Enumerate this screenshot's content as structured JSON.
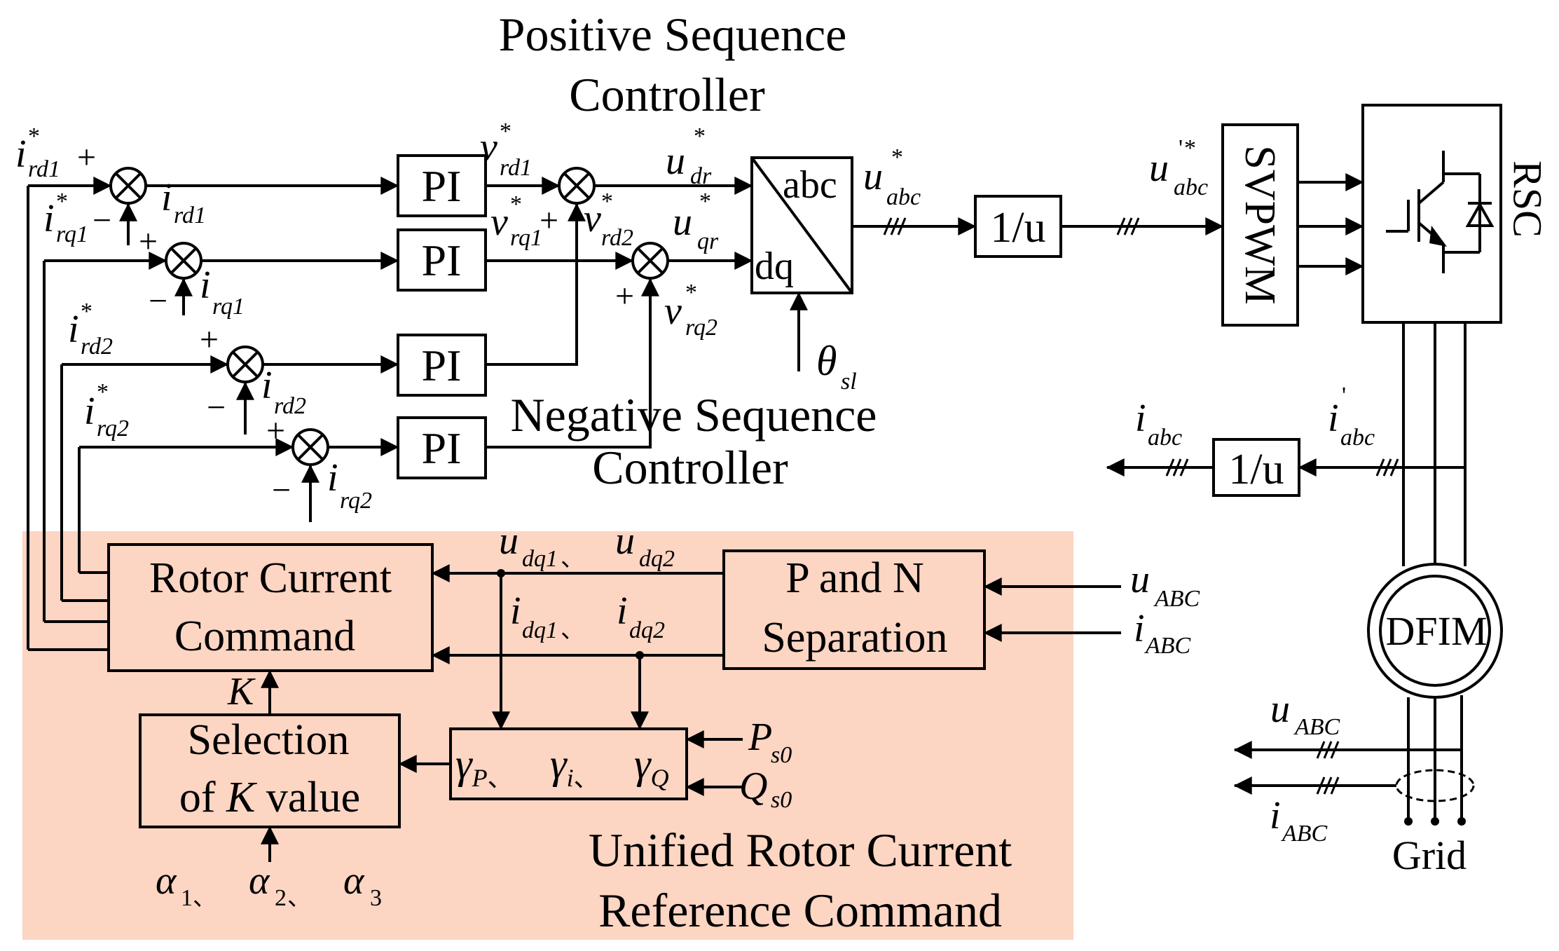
{
  "titles": {
    "positive_line1": "Positive Sequence",
    "positive_line2": "Controller",
    "negative_line1": "Negative Sequence",
    "negative_line2": "Controller",
    "unified_line1": "Unified Rotor Current",
    "unified_line2": "Reference Command"
  },
  "blocks": {
    "pi": "PI",
    "abc": "abc",
    "dq": "dq",
    "inv_u": "1/u",
    "svpwm": "SVPWM",
    "rsc": "RSC",
    "dfim": "DFIM",
    "grid": "Grid",
    "rotor_cmd_line1": "Rotor Current",
    "rotor_cmd_line2": "Command",
    "pn_sep_line1": "P and N",
    "pn_sep_line2": "Separation",
    "select_line1": "Selection",
    "select_line2_pre": "of ",
    "select_line2_k": "K",
    "select_line2_post": " value"
  },
  "signs": {
    "plus": "+",
    "minus": "−"
  },
  "symbols": {
    "i": "i",
    "v": "v",
    "u": "u",
    "star": "*",
    "prime": "'",
    "theta": "θ",
    "sl": "sl",
    "K": "K",
    "rd1": "rd1",
    "rq1": "rq1",
    "rd2": "rd2",
    "rq2": "rq2",
    "dr": "dr",
    "qr": "qr",
    "abc": "abc",
    "ABC": "ABC",
    "dq1": "dq1",
    "dq2": "dq2",
    "sep": "、",
    "gamma": "γ",
    "P": "P",
    "i_sub": "i",
    "Q": "Q",
    "Ps0": "P",
    "Qs0": "Q",
    "s0": "s0",
    "alpha": "α",
    "a1": "1",
    "a2": "2",
    "a3": "3"
  },
  "colors": {
    "highlight": "#fcd5c3",
    "line": "#000000"
  }
}
